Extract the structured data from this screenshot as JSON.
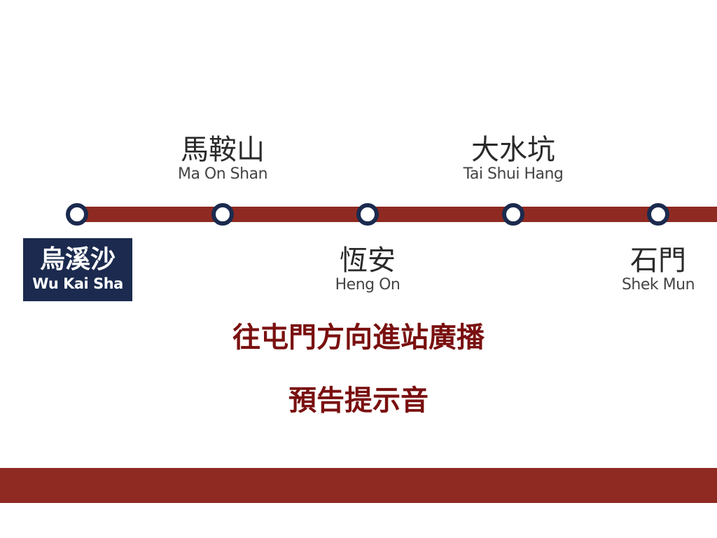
{
  "colors": {
    "line": "#8f2a22",
    "station_ring": "#1b2a4e",
    "current_box": "#1b2a4e",
    "announcement_text": "#7a1010"
  },
  "stations": [
    {
      "zh": "烏溪沙",
      "en": "Wu Kai Sha",
      "current": true
    },
    {
      "zh": "馬鞍山",
      "en": "Ma On Shan",
      "current": false
    },
    {
      "zh": "恆安",
      "en": "Heng On",
      "current": false
    },
    {
      "zh": "大水坑",
      "en": "Tai Shui Hang",
      "current": false
    },
    {
      "zh": "石門",
      "en": "Shek Mun",
      "current": false
    }
  ],
  "announcement": {
    "line1": "往屯門方向進站廣播",
    "line2": "預告提示音"
  }
}
